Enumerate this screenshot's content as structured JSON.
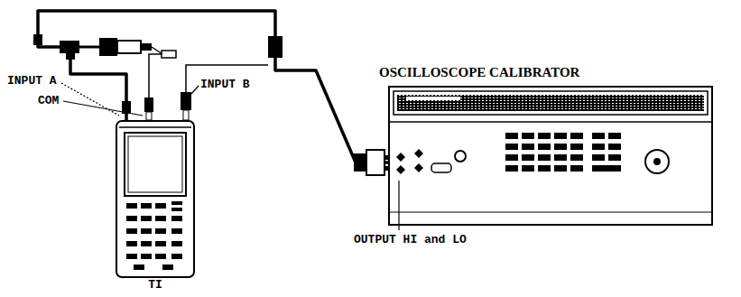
{
  "diagram": {
    "nodes": [
      {
        "text": [
          "TI"
        ]
      },
      {
        "text": [
          "OSCILLOSCOPE CALIBRATOR"
        ]
      }
    ],
    "edges": [
      {
        "from": 1,
        "to": 0,
        "arrow": "none"
      }
    ],
    "labels": [
      "INPUT A",
      "COM",
      "INPUT B",
      "OUTPUT HI and LO"
    ]
  }
}
